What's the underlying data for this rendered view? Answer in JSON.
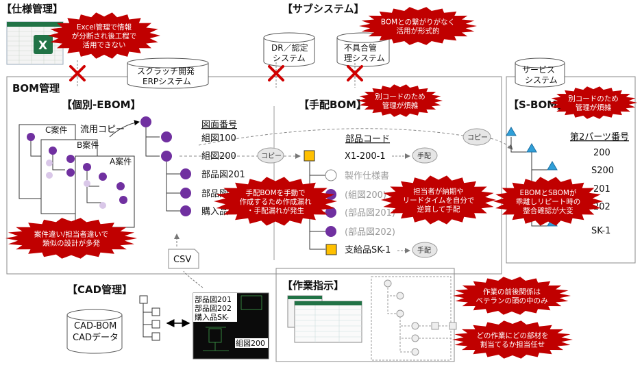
{
  "headers": {
    "spec": "【仕様管理】",
    "subsystem": "【サブシステム】",
    "bom": "BOM管理",
    "indiv_ebom": "【個別-EBOM】",
    "mbom": "【手配BOM】",
    "sbom": "【S-BOM】",
    "cad": "【CAD管理】",
    "work": "【作業指示】"
  },
  "cylinders": {
    "erp": [
      "スクラッチ開発",
      "ERPシステム"
    ],
    "dr": [
      "DR／認定",
      "システム"
    ],
    "nc": [
      "不具合管",
      "理システム"
    ],
    "service": [
      "サービス",
      "システム"
    ],
    "cad": [
      "CAD-BOM",
      "CADデータ"
    ]
  },
  "cases": [
    "C案件",
    "B案件",
    "A案件"
  ],
  "ebom": {
    "reuse_copy": "流用コピー",
    "col_header": "図面番号",
    "items": [
      "組図100",
      "組図200",
      "部品図201",
      "部品図",
      "購入品S"
    ]
  },
  "mbom": {
    "col_header": "部品コード",
    "items": [
      "X1-200-1",
      "製作仕様書",
      "(組図200)",
      "(部品図201)",
      "(部品図202)",
      "支給品SK-1"
    ],
    "tehai": "手配"
  },
  "sbom": {
    "col_header": "第2パーツ番号",
    "items": [
      "200",
      "S200",
      "201",
      "202",
      "SK-1"
    ]
  },
  "copy_label": "コピー",
  "csv_label": "CSV",
  "cad_drawing": {
    "lines": [
      "部品図201",
      "部品図202",
      "購入品SK-"
    ],
    "footer": "組図200"
  },
  "bursts": {
    "excel": [
      "Excel管理で情報",
      "が分断され後工程で",
      "活用できない"
    ],
    "bom_link": [
      "BOMとの繋がりがなく",
      "活用が形式的"
    ],
    "code_mbom": [
      "別コードのため",
      "管理が煩雑"
    ],
    "code_sbom": [
      "別コードのため",
      "管理が煩雑"
    ],
    "manual": [
      "手配BOMを手動で",
      "作成するため作成漏れ",
      "・手配漏れが発生"
    ],
    "leadtime": [
      "担当者が納期や",
      "リードタイムを自分で",
      "逆算して手配"
    ],
    "divergence": [
      "EBOMとSBOMが",
      "乖離しリピート時の",
      "整合確認が大変"
    ],
    "similar": [
      "案件違い/担当者違いで",
      "類似の設計が多発"
    ],
    "sequence": [
      "作業の前後関係は",
      "ベテランの頭の中のみ"
    ],
    "assign": [
      "どの作業にどの部材を",
      "割当てるか担当任せ"
    ]
  },
  "colors": {
    "purple": "#7030a0",
    "orange": "#ffc000",
    "triangle": "#2f9fd8",
    "burst": "#c00000",
    "excel_green": "#217346"
  },
  "icons": [
    "excel-icon",
    "red-x-icon",
    "workflow-icon",
    "cad-drawing-icon"
  ]
}
